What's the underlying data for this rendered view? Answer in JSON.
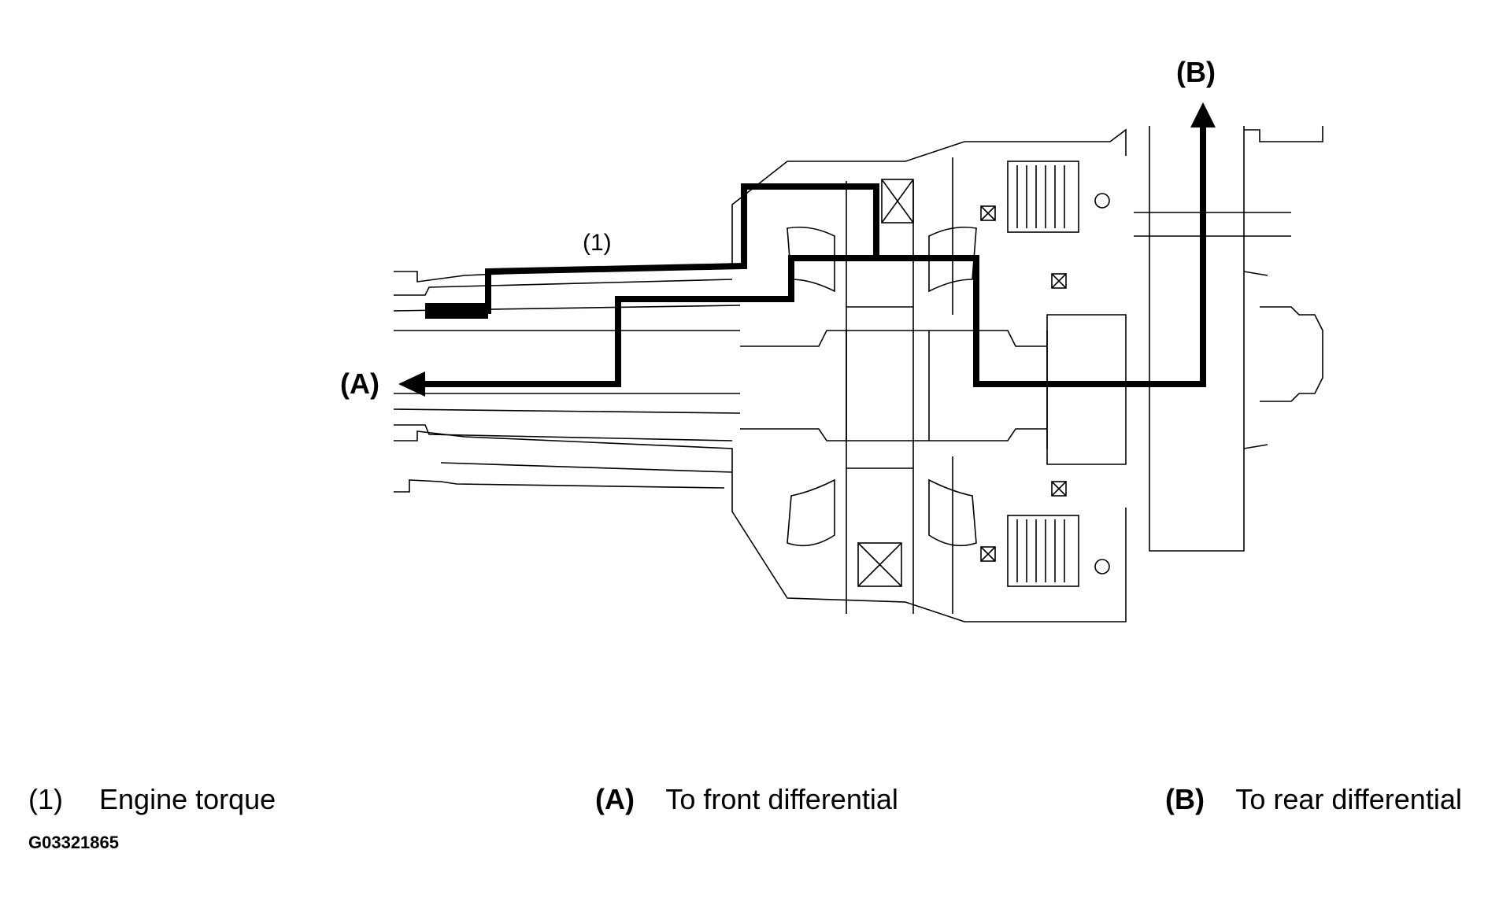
{
  "diagram": {
    "labels": {
      "engine_torque_marker": "(1)",
      "front_output_marker": "(A)",
      "rear_output_marker": "(B)"
    },
    "icons": [
      "arrow-left-icon",
      "arrow-up-icon"
    ],
    "colors": {
      "ink": "#000000",
      "background": "#ffffff"
    }
  },
  "legend": [
    {
      "key": "(1)",
      "text": "Engine torque"
    },
    {
      "key": "(A)",
      "text": "To front differential"
    },
    {
      "key": "(B)",
      "text": "To rear differential"
    }
  ],
  "figure_code": "G03321865"
}
